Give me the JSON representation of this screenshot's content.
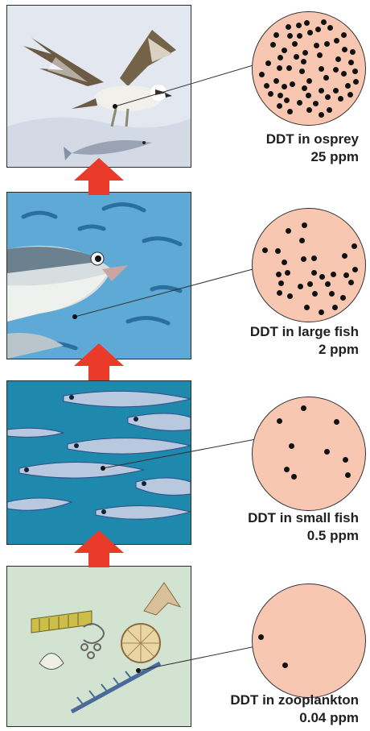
{
  "colors": {
    "circle_fill": "#f8c7b2",
    "dot": "#111111",
    "arrow": "#ea3a2a",
    "osprey_bg": "#dfe4ef",
    "large_fish_bg": "#5fa8d6",
    "small_fish_bg": "#1f88ad",
    "zooplankton_bg": "#cfe0cd"
  },
  "levels": [
    {
      "id": "osprey",
      "subject": "DDT in osprey",
      "amount": "25 ppm",
      "dots": 60
    },
    {
      "id": "large-fish",
      "subject": "DDT in large fish",
      "amount": "2 ppm",
      "dots": 30
    },
    {
      "id": "small-fish",
      "subject": "DDT in small fish",
      "amount": "0.5 ppm",
      "dots": 9
    },
    {
      "id": "zooplankton",
      "subject": "DDT in zooplankton",
      "amount": "0.04 ppm",
      "dots": 2
    }
  ]
}
